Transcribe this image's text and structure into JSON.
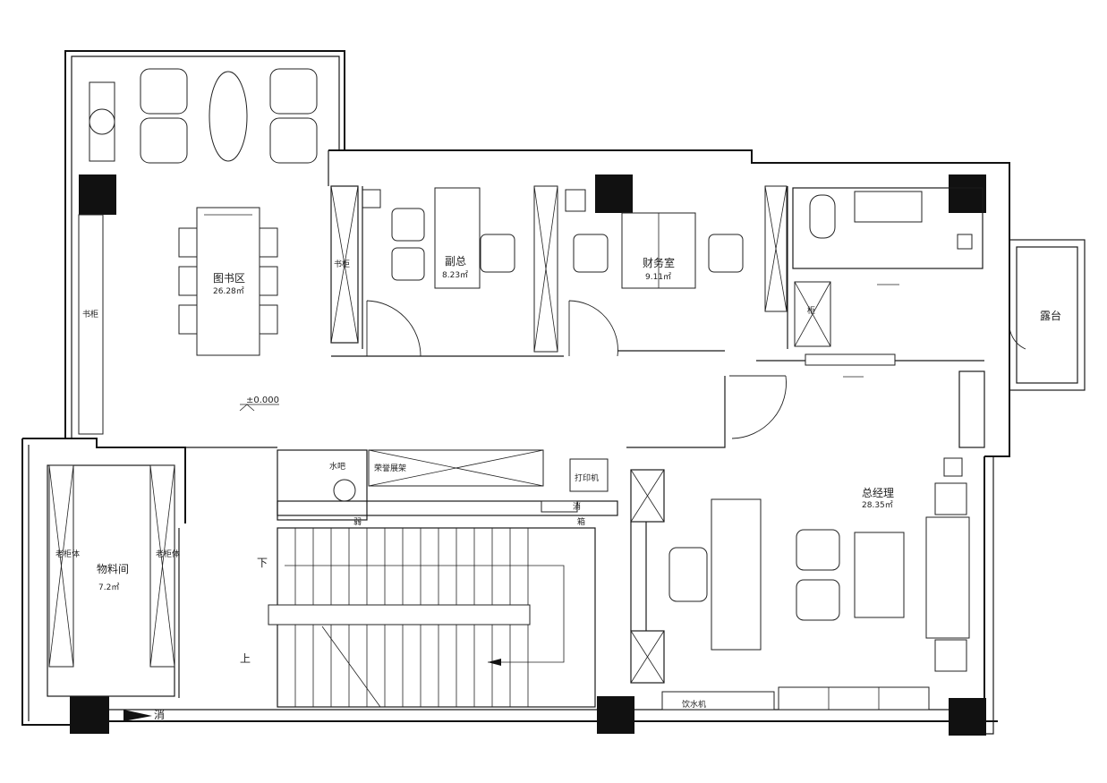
{
  "rooms": {
    "library": {
      "name": "图书区",
      "area": "26.28㎡"
    },
    "vice_gm": {
      "name": "副总",
      "area": "8.23㎡"
    },
    "finance": {
      "name": "财务室",
      "area": "9.11㎡"
    },
    "gm": {
      "name": "总经理",
      "area": "28.35㎡"
    },
    "storage": {
      "name": "物料间",
      "area": "7.2㎡"
    }
  },
  "labels": {
    "bookcase_left": "书柜",
    "bookcase_vice": "书柜",
    "cabinet_finance": "柜",
    "balcony": "露台",
    "level": "±0.000",
    "water_bar": "水吧",
    "honor_shelf": "荣誉展架",
    "printer": "打印机",
    "stairs_down": "下",
    "stairs_up": "上",
    "fire_left": "消",
    "fire_mid": "消",
    "hydrant_small": "箱",
    "weak_box": "弱",
    "storage_cab_left": "老柜体",
    "storage_cab_right": "老柜体",
    "water_heater": "饮水机"
  }
}
